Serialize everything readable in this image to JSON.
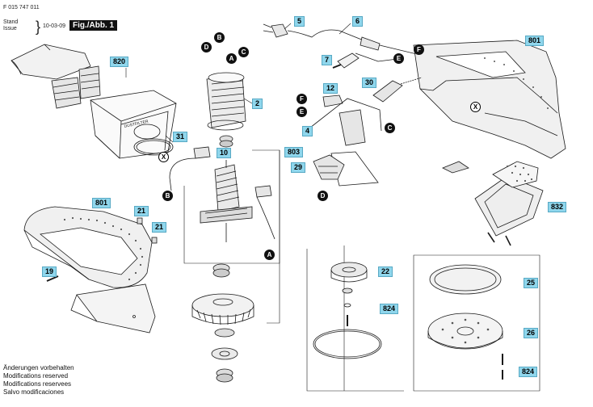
{
  "header": {
    "code": "F 015 747 011",
    "stand_label": "Stand",
    "issue_label": "Issue",
    "brace": "}",
    "date": "10-03-09",
    "figure": "Fig./Abb. 1"
  },
  "notes": [
    "Änderungen vorbehalten",
    "Modifications reserved",
    "Modifications reservees",
    "Salvo modificaciones"
  ],
  "part_tags": [
    "820",
    "31",
    "801",
    "21",
    "21",
    "19",
    "10",
    "2",
    "803",
    "5",
    "6",
    "801",
    "7",
    "30",
    "12",
    "4",
    "29",
    "832",
    "22",
    "824",
    "25",
    "26",
    "824"
  ],
  "callouts": [
    "B",
    "D",
    "A",
    "C",
    "X",
    "B",
    "A",
    "E",
    "F",
    "F",
    "E",
    "C",
    "D",
    "X"
  ],
  "logo_text": "DUSTFILTER",
  "colors": {
    "tag_fill": "#8fd6ec",
    "tag_border": "#58a9c4",
    "ink": "#1a1a1a"
  }
}
